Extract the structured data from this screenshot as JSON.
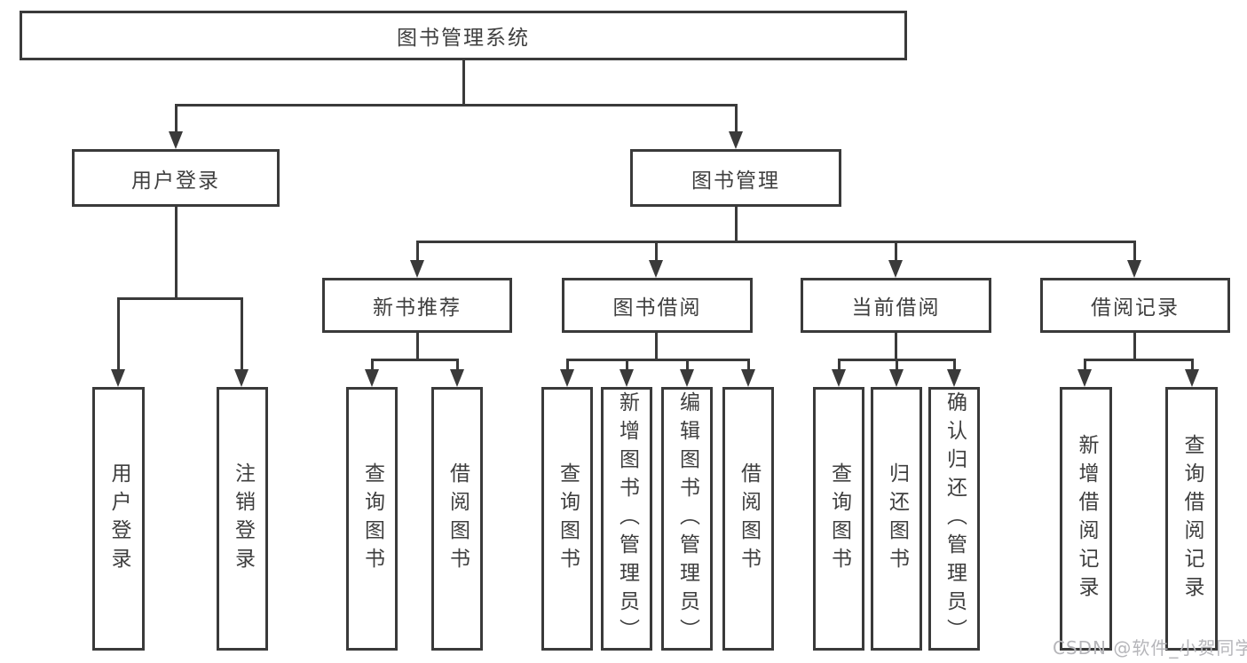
{
  "diagram": {
    "root": {
      "label": "图书管理系统"
    },
    "level2": [
      {
        "label": "用户登录"
      },
      {
        "label": "图书管理"
      }
    ],
    "level3": [
      {
        "label": "新书推荐"
      },
      {
        "label": "图书借阅"
      },
      {
        "label": "当前借阅"
      },
      {
        "label": "借阅记录"
      }
    ],
    "leaves": {
      "user_login": [
        {
          "label": "用户登录"
        },
        {
          "label": "注销登录"
        }
      ],
      "new_book_recommend": [
        {
          "label": "查询图书"
        },
        {
          "label": "借阅图书"
        }
      ],
      "book_borrowing": [
        {
          "label": "查询图书"
        },
        {
          "label": "新增图书（管理员）"
        },
        {
          "label": "编辑图书（管理员）"
        },
        {
          "label": "借阅图书"
        }
      ],
      "current_borrowing": [
        {
          "label": "查询图书"
        },
        {
          "label": "归还图书"
        },
        {
          "label": "确认归还（管理员）"
        }
      ],
      "borrowing_records": [
        {
          "label": "新增借阅记录"
        },
        {
          "label": "查询借阅记录"
        }
      ]
    }
  },
  "watermark": {
    "text": "CSDN @软件_小贺同学"
  },
  "colors": {
    "line": "#3a3a3a",
    "text": "#3f3f3f",
    "watermark": "#b6b6ba",
    "background": "#ffffff"
  }
}
